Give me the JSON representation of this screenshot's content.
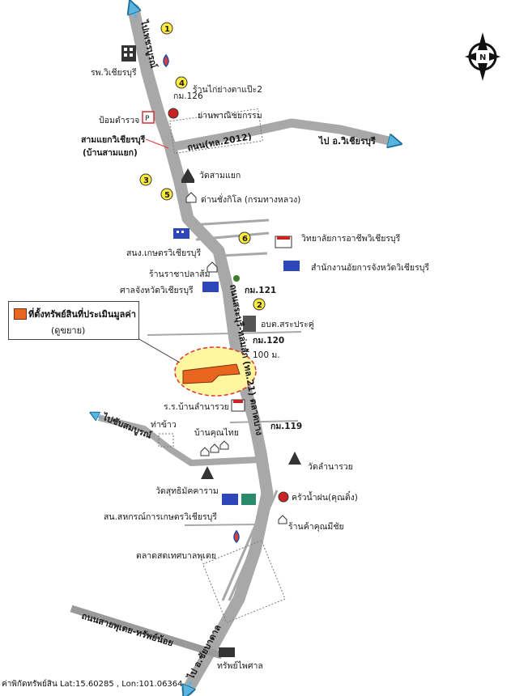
{
  "roads": {
    "main_north": "ไปเพชรบูรณ์",
    "main_south": "ไป อ.ชัยบาดาล",
    "main_segment": "ถนนสระบุรี-หล่มสัก (ทล.21) ตลาดบาง",
    "east_road": "ถนน(ทล.2012)",
    "east_road_end": "ไป อ.วิเชียรบุรี",
    "west_road_end": "ไปซับสมบูรณ์",
    "south_west_road": "ถนนสายพุเตย-ทรัพย์น้อย"
  },
  "markers": [
    "1",
    "2",
    "3",
    "4",
    "5",
    "6"
  ],
  "places": {
    "hospital": "รพ.วิเชียรบุรี",
    "restaurant2": "ร้านไก่ย่างตาแป๊ะ2",
    "km126": "กม.126",
    "police": "ป้อมตำรวจ",
    "commerce": "ย่านพาณิชยกรรม",
    "junction": "สามแยกวิเชียรบุรี",
    "junction_alt": "(บ้านสามแยก)",
    "temple1": "วัดสามแยก",
    "toll": "ด่านชั่งกิโล (กรมทางหลวง)",
    "college": "วิทยาลัยการอาชีพวิเชียรบุรี",
    "agri_office": "สนง.เกษตรวิเชียรบุรี",
    "prosecutor": "สำนักงานอัยการจังหวัดวิเชียรบุรี",
    "fish_shop": "ร้านราชาปลาส้ม",
    "court": "ศาลจังหวัดวิเชียรบุรี",
    "km121": "กม.121",
    "tambon_org": "อบต.สระประคู่",
    "km120": "กม.120",
    "distance": "100 ม.",
    "school": "ร.ร.บ้านลำนารวย",
    "pier": "ท่าข้าว",
    "village": "บ้านคุณไทย",
    "km119": "กม.119",
    "temple2": "วัดลำนารวย",
    "temple3": "วัดสุทธิมัคคาราม",
    "kitchen": "ครัวน้ำฝน(คุณติ๋ง)",
    "coop": "สน.สหกรณ์การเกษตรวิเชียรบุรี",
    "shop": "ร้านค้าคุณมีชัย",
    "market": "ตลาดสดเทศบาลพุเตย",
    "shop_south": "ทรัพย์ไพศาล"
  },
  "legend": {
    "title": "ที่ตั้งทรัพย์สินที่ประเมินมูลค่า",
    "subtitle": "(ดูขยาย)"
  },
  "compass": "N",
  "footer": "ค่าพิกัดทรัพย์สิน Lat:15.60285 , Lon:101.06364",
  "colors": {
    "road": "#a8a8a8",
    "property": "#e8661e",
    "highlight": "#fff6a0",
    "marker": "#ffeb3b",
    "arrow": "#5ab4e0"
  }
}
